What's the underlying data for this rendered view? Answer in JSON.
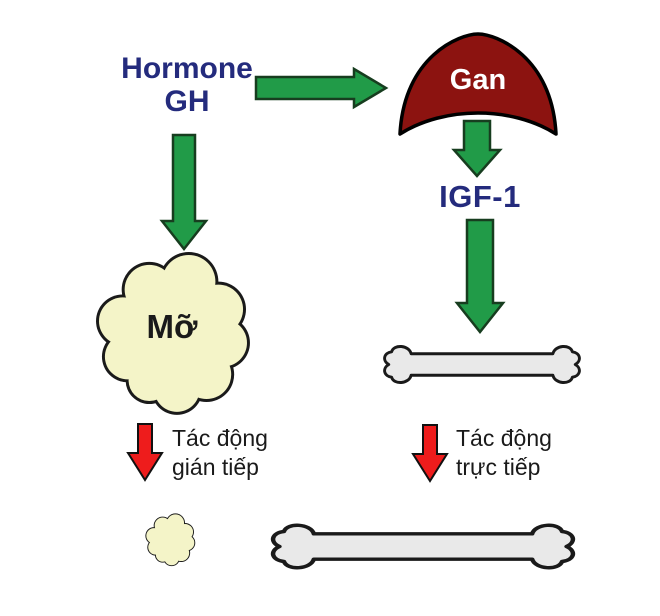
{
  "diagram": {
    "background": "#ffffff",
    "nodes": {
      "hormone_gh": {
        "line1": "Hormone",
        "line2": "GH"
      },
      "liver": {
        "label": "Gan"
      },
      "igf1": {
        "label": "IGF-1"
      },
      "fat": {
        "label": "Mỡ"
      }
    },
    "captions": {
      "indirect": {
        "line1": "Tác động",
        "line2": "gián tiếp"
      },
      "direct": {
        "line1": "Tác động",
        "line2": "trực tiếp"
      }
    },
    "arrows": [
      {
        "name": "gh-to-gan",
        "direction": "right",
        "color": "green"
      },
      {
        "name": "gh-to-fat",
        "direction": "down",
        "color": "green"
      },
      {
        "name": "gan-to-igf1",
        "direction": "down",
        "color": "green"
      },
      {
        "name": "igf1-to-bone",
        "direction": "down",
        "color": "green"
      },
      {
        "name": "indirect-effect",
        "direction": "down",
        "color": "red"
      },
      {
        "name": "direct-effect",
        "direction": "down",
        "color": "red"
      }
    ],
    "colors": {
      "background": "#ffffff",
      "navy": "#242b7d",
      "green": "#219b48",
      "green_outline": "#173d1f",
      "red": "#ee1c1c",
      "red_outline": "#111111",
      "liver": "#8c1310",
      "liver_label": "#ffffff",
      "fat": "#f4f4c8",
      "bone": "#e9e9e9",
      "outline": "#1a1a1a",
      "text": "#1a1a1a"
    }
  }
}
